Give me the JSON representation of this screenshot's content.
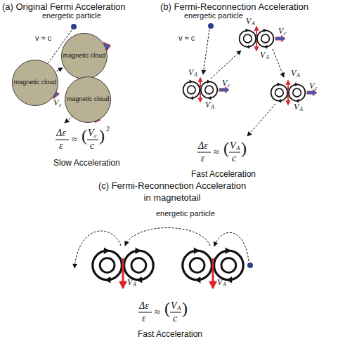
{
  "diagram": {
    "nodes": [
      {
        "text": [
          "magnetic cloud"
        ]
      },
      {
        "text": [
          "magnetic cloud"
        ]
      },
      {
        "text": [
          "magnetic cloud"
        ]
      }
    ],
    "edges": [
      {
        "from": 0,
        "to": 1,
        "arrow": "to"
      },
      {
        "from": 1,
        "to": 2,
        "arrow": "to"
      }
    ],
    "labels": [
      "(a) Original Fermi Acceleration",
      "energetic particle",
      "v ≈ c",
      "V",
      "c",
      "Δε",
      "ε",
      "≈",
      "(",
      "V",
      "c",
      "c",
      ")",
      "2",
      "Slow Acceleration",
      "(b) Fermi-Reconnection Acceleration",
      "energetic particle",
      "v ≈ c",
      "V",
      "A",
      "V",
      "A",
      "V",
      "A",
      "V",
      "A",
      "V",
      "A",
      "V",
      "A",
      "V",
      "c",
      "V",
      "c",
      "V",
      "c",
      "Δε",
      "ε",
      "≈",
      "(",
      "V",
      "A",
      "c",
      ")",
      "Fast Acceleration",
      "(c) Fermi-Reconnection Acceleration",
      "in magnetotail",
      "energetic particle",
      "Δε",
      "ε",
      "≈",
      "(",
      "V",
      "A",
      "c",
      ")",
      "Fast Acceleration",
      "V",
      "A",
      "V",
      "A"
    ]
  }
}
